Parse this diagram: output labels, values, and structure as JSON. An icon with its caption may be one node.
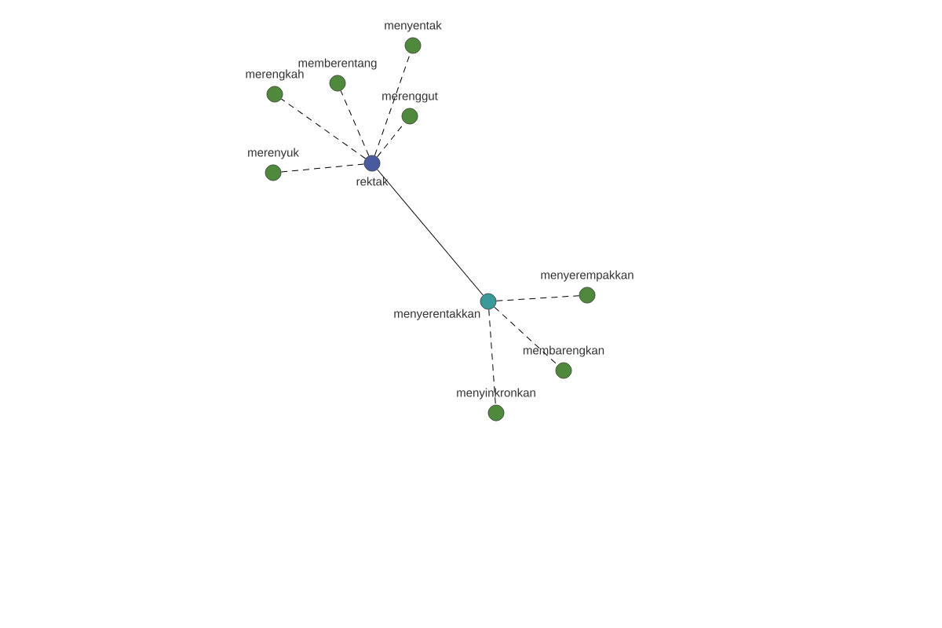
{
  "diagram": {
    "nodes": [
      {
        "text": [
          "rektak"
        ]
      },
      {
        "text": [
          "menyentak"
        ]
      },
      {
        "text": [
          "merengkah"
        ]
      },
      {
        "text": [
          "memberentang"
        ]
      },
      {
        "text": [
          "merenggut"
        ]
      },
      {
        "text": [
          "merenyuk"
        ]
      },
      {
        "text": [
          "menyerentakkan"
        ]
      },
      {
        "text": [
          "menyerempakkan"
        ]
      },
      {
        "text": [
          "membarengkan"
        ]
      },
      {
        "text": [
          "menyinkronkan"
        ]
      }
    ],
    "edges": [
      {
        "from": 0,
        "to": 1,
        "arrow": "none",
        "style": "dashed"
      },
      {
        "from": 0,
        "to": 2,
        "arrow": "none",
        "style": "dashed"
      },
      {
        "from": 0,
        "to": 3,
        "arrow": "none",
        "style": "dashed"
      },
      {
        "from": 0,
        "to": 4,
        "arrow": "none",
        "style": "dashed"
      },
      {
        "from": 0,
        "to": 5,
        "arrow": "none",
        "style": "dashed"
      },
      {
        "from": 0,
        "to": 6,
        "arrow": "none"
      },
      {
        "from": 6,
        "to": 7,
        "arrow": "none",
        "style": "dashed"
      },
      {
        "from": 6,
        "to": 8,
        "arrow": "none",
        "style": "dashed"
      },
      {
        "from": 6,
        "to": 9,
        "arrow": "none",
        "style": "dashed"
      }
    ]
  }
}
